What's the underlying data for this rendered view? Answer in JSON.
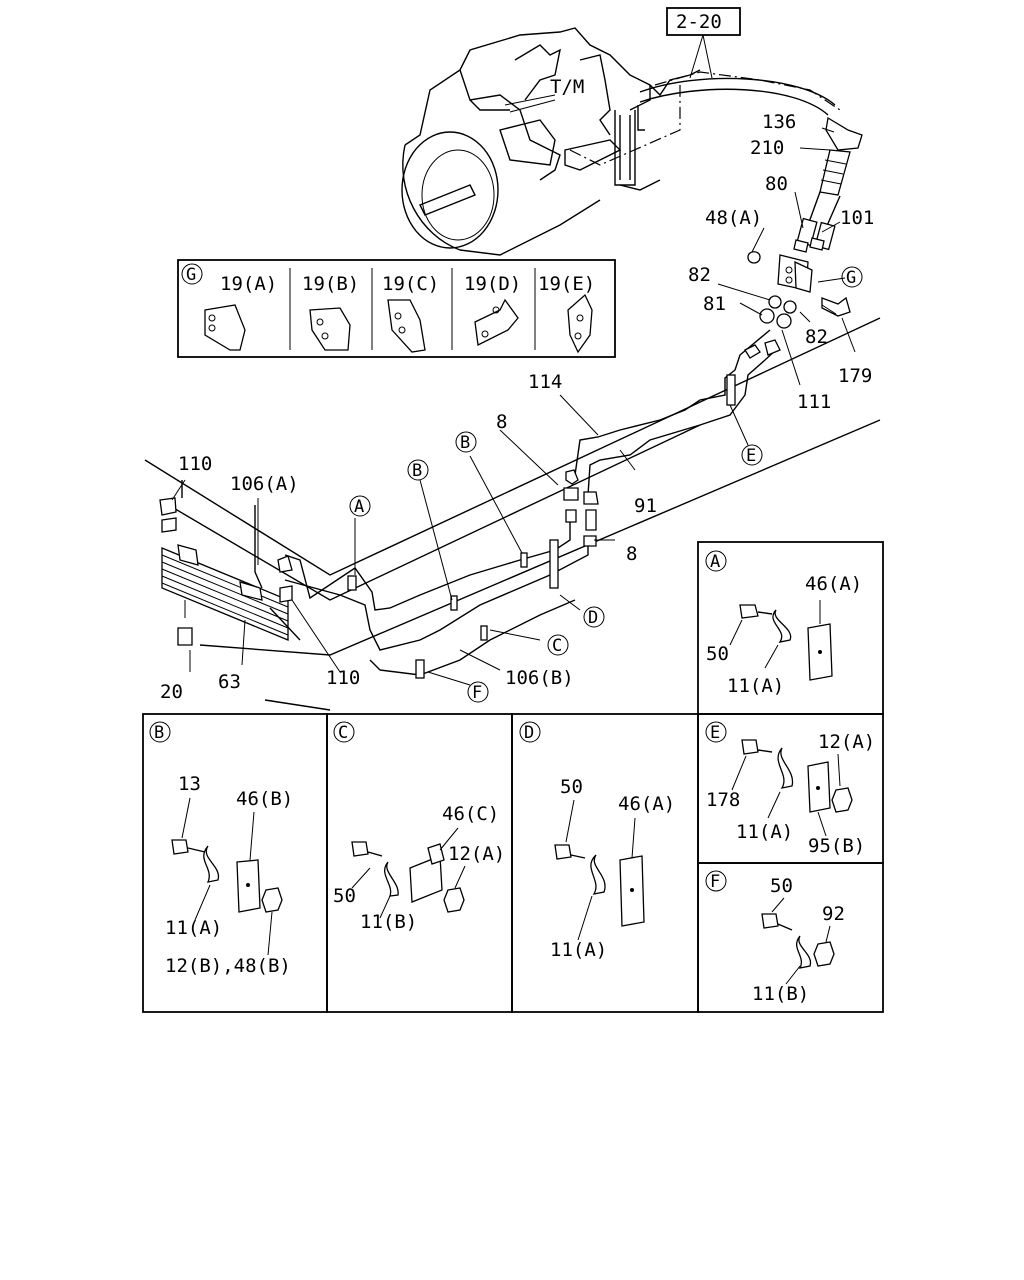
{
  "diagram": {
    "ref_box": "2-20",
    "transmission_label": "T/M",
    "callouts": {
      "c136": "136",
      "c210": "210",
      "c80": "80",
      "c101": "101",
      "c48a": "48(A)",
      "c82a": "82",
      "c81": "81",
      "c82b": "82",
      "c179": "179",
      "c111": "111",
      "c114": "114",
      "c8a": "8",
      "c8b": "8",
      "c91": "91",
      "c110a": "110",
      "c106a": "106(A)",
      "c110b": "110",
      "c106b": "106(B)",
      "c20": "20",
      "c63": "63"
    },
    "markers": {
      "g_main": "G",
      "a_main": "A",
      "b1_main": "B",
      "b2_main": "B",
      "c_main": "C",
      "d_main": "D",
      "e_main": "E",
      "f_main": "F"
    },
    "bracket_panel": {
      "marker": "G",
      "items": [
        "19(A)",
        "19(B)",
        "19(C)",
        "19(D)",
        "19(E)"
      ]
    },
    "detail_panels": {
      "A": {
        "marker": "A",
        "c46": "46(A)",
        "c50": "50",
        "c11": "11(A)"
      },
      "B": {
        "marker": "B",
        "c13": "13",
        "c46": "46(B)",
        "c11": "11(A)",
        "c12": "12(B),48(B)"
      },
      "C": {
        "marker": "C",
        "c46": "46(C)",
        "c12": "12(A)",
        "c50": "50",
        "c11": "11(B)"
      },
      "D": {
        "marker": "D",
        "c50": "50",
        "c46": "46(A)",
        "c11": "11(A)"
      },
      "E": {
        "marker": "E",
        "c12": "12(A)",
        "c178": "178",
        "c11": "11(A)",
        "c95": "95(B)"
      },
      "F": {
        "marker": "F",
        "c50": "50",
        "c92": "92",
        "c11": "11(B)"
      }
    }
  }
}
